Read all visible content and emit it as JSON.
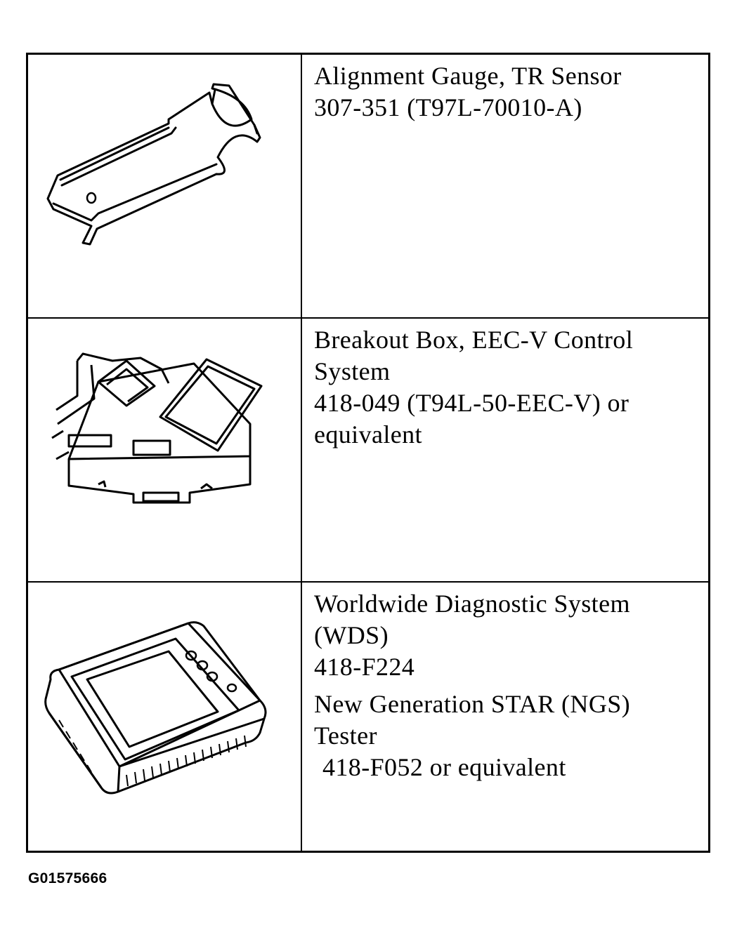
{
  "tools": [
    {
      "lines": [
        "Alignment Gauge, TR Sensor",
        "307-351 (T97L-70010-A)"
      ],
      "icon": "alignment-gauge-illustration"
    },
    {
      "lines": [
        "Breakout Box, EEC-V Control",
        "System",
        "418-049 (T94L-50-EEC-V) or",
        "equivalent"
      ],
      "icon": "breakout-box-illustration"
    },
    {
      "lines_a": [
        "Worldwide Diagnostic System",
        "(WDS)",
        "418-F224"
      ],
      "lines_b": [
        "New Generation STAR (NGS)",
        "Tester",
        "418-F052 or equivalent"
      ],
      "icon": "diagnostic-tester-illustration"
    }
  ],
  "figure_id": "G01575666"
}
